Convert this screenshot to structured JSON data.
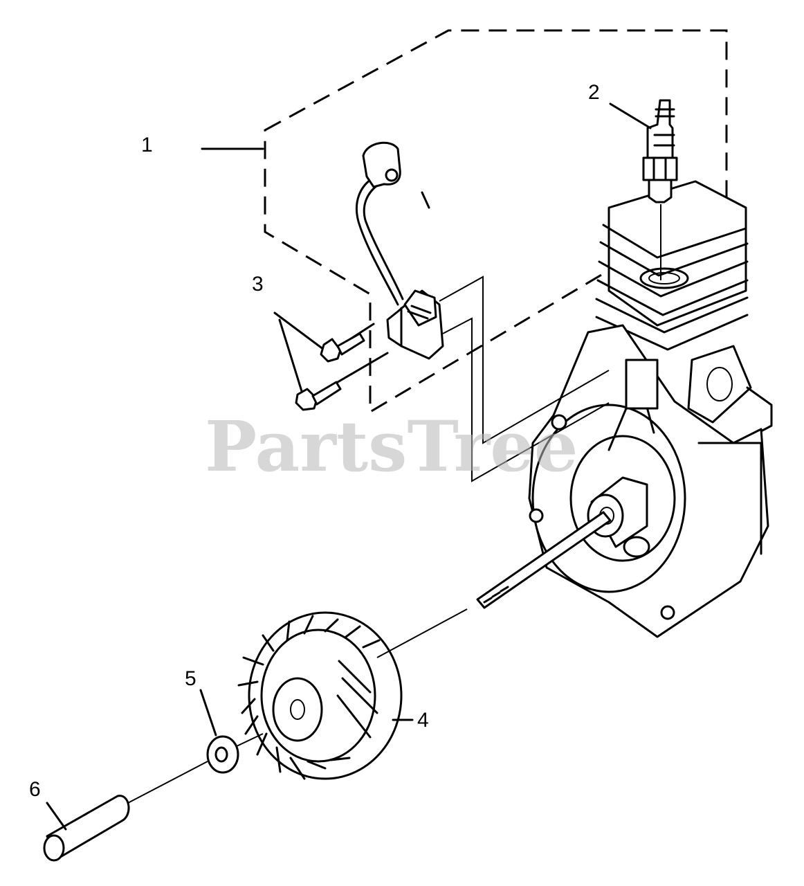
{
  "watermark": "PartsTree",
  "callouts": {
    "c1": "1",
    "c2": "2",
    "c3": "3",
    "c4": "4",
    "c5": "5",
    "c6": "6"
  }
}
